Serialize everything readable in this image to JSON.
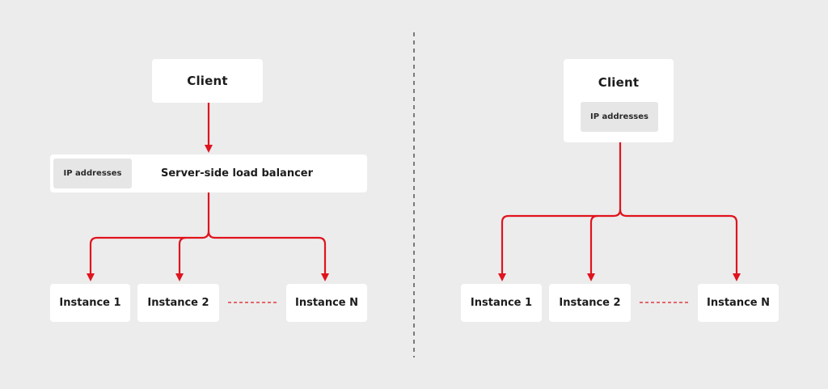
{
  "colors": {
    "background": "#ececec",
    "box": "#ffffff",
    "chip": "#e6e6e6",
    "arrow": "#e0141e",
    "divider": "#555555"
  },
  "left": {
    "client": "Client",
    "load_balancer": {
      "label": "Server-side load balancer",
      "chip": "IP addresses"
    },
    "instances": [
      "Instance 1",
      "Instance 2",
      "Instance N"
    ]
  },
  "right": {
    "client": {
      "label": "Client",
      "chip": "IP addresses"
    },
    "instances": [
      "Instance 1",
      "Instance 2",
      "Instance N"
    ]
  }
}
